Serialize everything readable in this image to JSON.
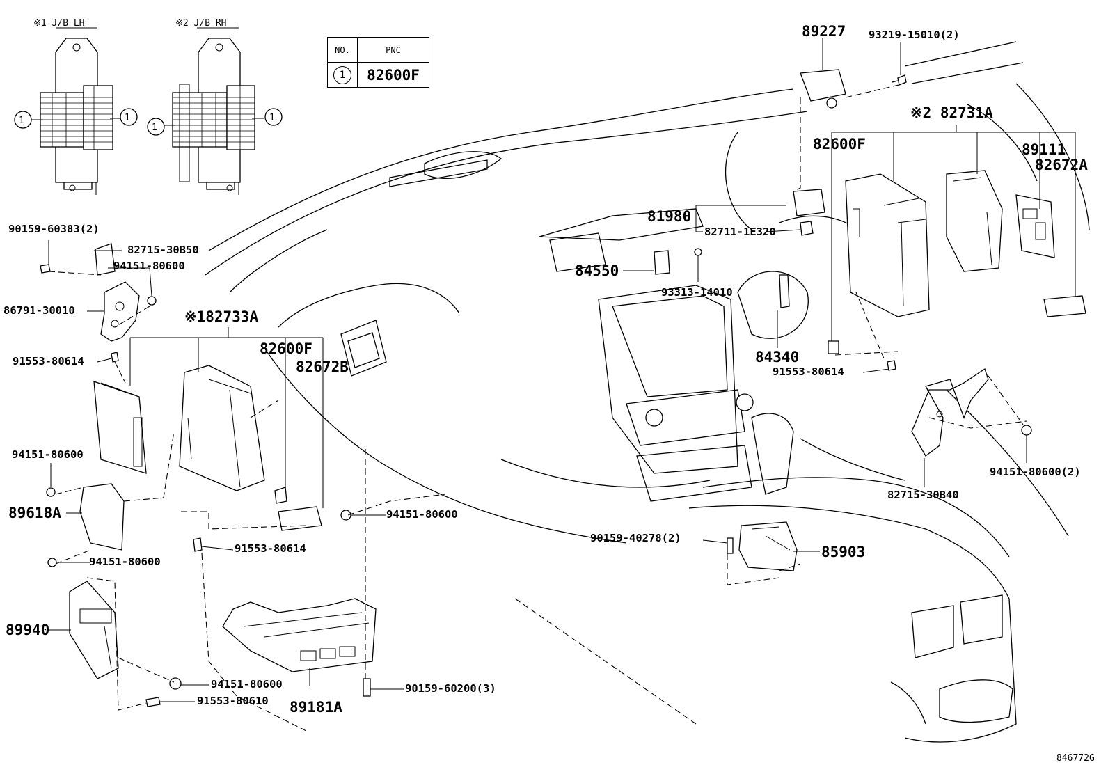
{
  "header": {
    "jb_lh": "※1  J/B LH",
    "jb_rh": "※2  J/B RH"
  },
  "table": {
    "col_no": "NO.",
    "col_pnc": "PNC",
    "row_no": "1",
    "row_pnc": "82600F"
  },
  "callout": "1",
  "labels": {
    "p89227": "89227",
    "p93219": "93219-15010(2)",
    "p82731A": "※2 82731A",
    "p82600F_r": "82600F",
    "p89111": "89111",
    "p82672A": "82672A",
    "p81980": "81980",
    "p82711": "82711-1E320",
    "p84550": "84550",
    "p93313": "93313-14010",
    "p84340": "84340",
    "p91553_r": "91553-80614",
    "p94151_r2": "94151-80600(2)",
    "p82715_40": "82715-30B40",
    "p90159_278": "90159-40278(2)",
    "p85903": "85903",
    "p90159_383": "90159-60383(2)",
    "p82715_50": "82715-30B50",
    "p94151_a": "94151-80600",
    "p86791": "86791-30010",
    "p82733A": "※182733A",
    "p91553_l": "91553-80614",
    "p82600F_l": "82600F",
    "p82672B": "82672B",
    "p94151_b": "94151-80600",
    "p89618A": "89618A",
    "p94151_c": "94151-80600",
    "p94151_d": "94151-80600",
    "p91553_m": "91553-80614",
    "p89940": "89940",
    "p94151_e": "94151-80600",
    "p91553_610": "91553-80610",
    "p89181A": "89181A",
    "p90159_200": "90159-60200(3)",
    "code": "846772G"
  }
}
